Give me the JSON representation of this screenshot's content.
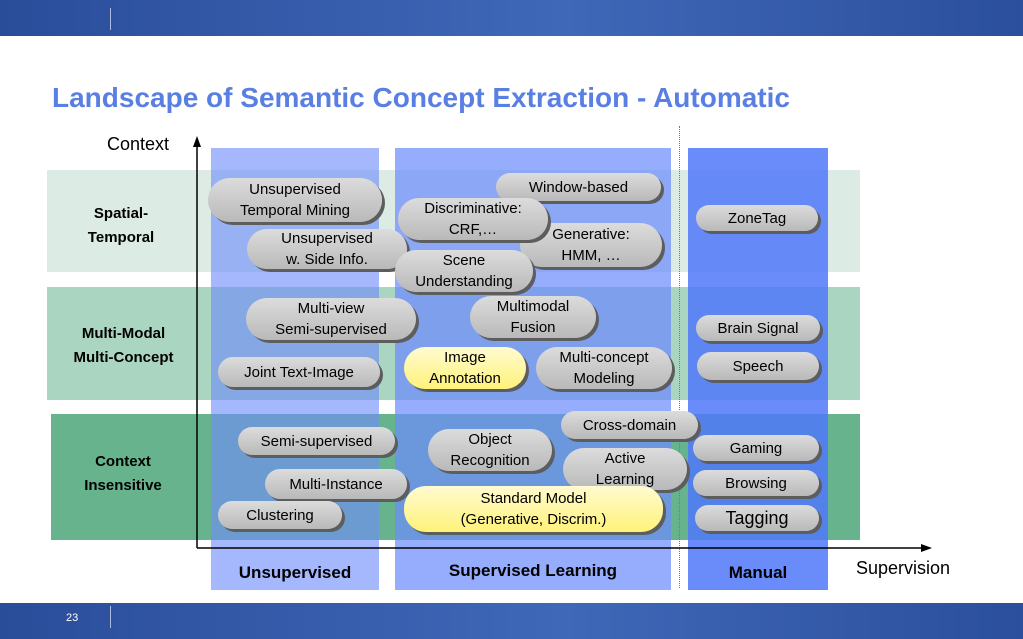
{
  "title": "Landscape of Semantic Concept Extraction - Automatic",
  "page_number": "23",
  "axes": {
    "y_label": "Context",
    "x_label": "Supervision"
  },
  "rows": [
    {
      "label": "Spatial-\nTemporal"
    },
    {
      "label": "Multi-Modal\nMulti-Concept"
    },
    {
      "label": "Context\nInsensitive"
    }
  ],
  "columns": [
    {
      "label": "Unsupervised"
    },
    {
      "label": "Supervised Learning"
    },
    {
      "label": "Manual"
    }
  ],
  "boxes": {
    "unsup_temporal": "Unsupervised\nTemporal Mining",
    "unsup_side": "Unsupervised\nw. Side Info.",
    "window_based": "Window-based",
    "discriminative": "Discriminative:\nCRF,…",
    "generative": "Generative:\nHMM, …",
    "scene": "Scene\nUnderstanding",
    "zonetag": "ZoneTag",
    "multiview": "Multi-view\nSemi-supervised",
    "multimodal_fusion": "Multimodal\nFusion",
    "brain_signal": "Brain Signal",
    "joint_text_image": "Joint Text-Image",
    "image_annotation": "Image\nAnnotation",
    "multi_concept": "Multi-concept\nModeling",
    "speech": "Speech",
    "cross_domain": "Cross-domain",
    "semi_supervised": "Semi-supervised",
    "object_recognition": "Object\nRecognition",
    "active_learning": "Active\nLearning",
    "gaming": "Gaming",
    "multi_instance": "Multi-Instance",
    "browsing": "Browsing",
    "standard_model": "Standard Model\n(Generative, Discrim.)",
    "clustering": "Clustering",
    "tagging": "Tagging"
  }
}
